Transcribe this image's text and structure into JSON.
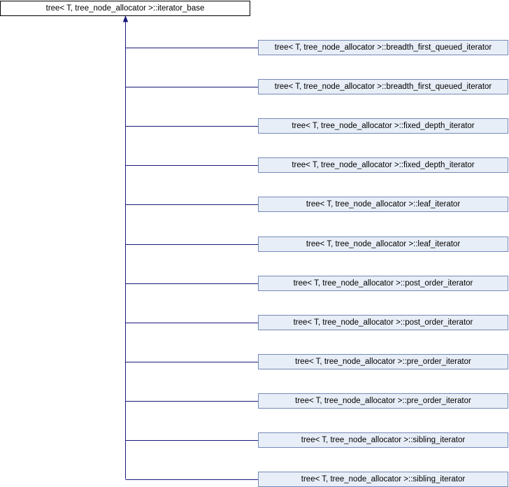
{
  "diagram": {
    "base_class": "tree< T, tree_node_allocator >::iterator_base",
    "derived_classes": [
      "tree< T, tree_node_allocator >::breadth_first_queued_iterator",
      "tree< T, tree_node_allocator >::breadth_first_queued_iterator",
      "tree< T, tree_node_allocator >::fixed_depth_iterator",
      "tree< T, tree_node_allocator >::fixed_depth_iterator",
      "tree< T, tree_node_allocator >::leaf_iterator",
      "tree< T, tree_node_allocator >::leaf_iterator",
      "tree< T, tree_node_allocator >::post_order_iterator",
      "tree< T, tree_node_allocator >::post_order_iterator",
      "tree< T, tree_node_allocator >::pre_order_iterator",
      "tree< T, tree_node_allocator >::pre_order_iterator",
      "tree< T, tree_node_allocator >::sibling_iterator",
      "tree< T, tree_node_allocator >::sibling_iterator"
    ],
    "colors": {
      "edge": "#1a1a7a",
      "derived_fill": "#e8eef7",
      "derived_border": "#7589b8",
      "base_border": "#000000"
    }
  }
}
